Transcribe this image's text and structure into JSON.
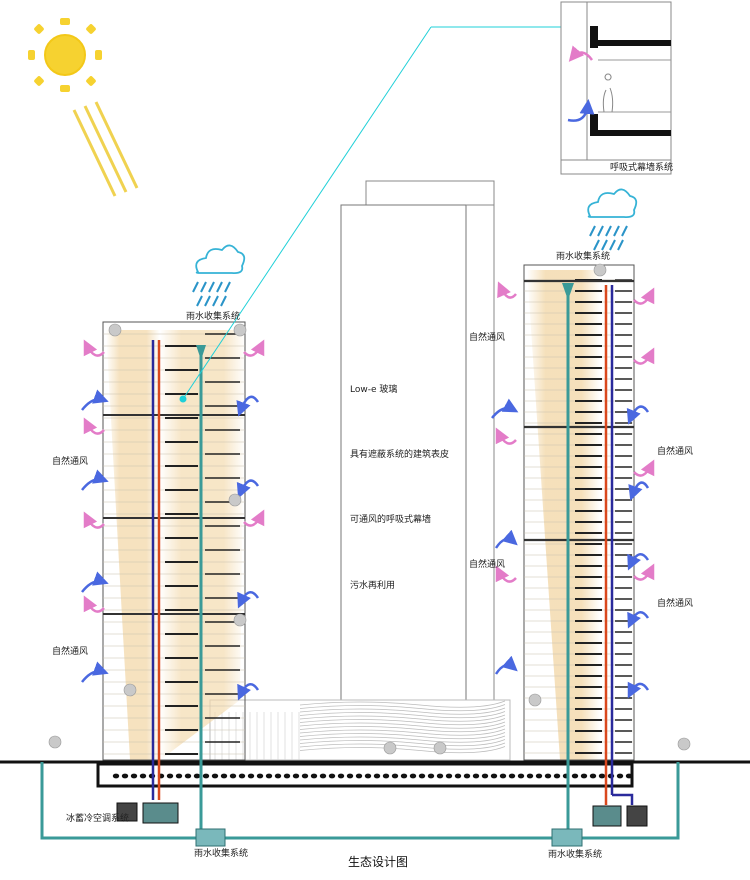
{
  "labels": {
    "rain_left_top": "雨水收集系统",
    "rain_right_top": "雨水收集系统",
    "rain_tank_left": "雨水收集系统",
    "rain_tank_right": "雨水收集系统",
    "breathing_inset": "呼吸式幕墙系统",
    "natural_vent": "自然通风",
    "ice_storage": "冰蓄冷空调系统",
    "lowe": "Low-e 玻璃",
    "shading_skin": "具有遮蔽系统的建筑表皮",
    "ventilated_curtain": "可通风的呼吸式幕墙",
    "water_reuse": "污水再利用",
    "diagram_title": "生态设计图"
  },
  "colors": {
    "sun": "#f6d230",
    "sun_rays": "#f0d250",
    "cloud": "#36b3d6",
    "rain": "#2a94c8",
    "warm_gradient": "#f3d9ab",
    "pipe_teal": "#3a9a98",
    "pipe_red": "#d9481e",
    "pipe_blue": "#2a2a9c",
    "leader_cyan": "#1fd0d8",
    "arrow_blue": "#4a68e0",
    "arrow_pink": "#e37cc8",
    "tank": "#7ab8bb"
  }
}
